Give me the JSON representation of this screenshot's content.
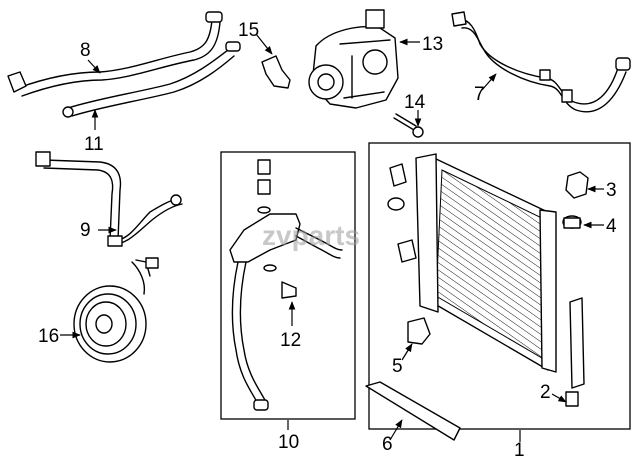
{
  "watermark": "zvparts",
  "callouts": {
    "c1": "1",
    "c2": "2",
    "c3": "3",
    "c4": "4",
    "c5": "5",
    "c6": "6",
    "c7": "7",
    "c8": "8",
    "c9": "9",
    "c10": "10",
    "c11": "11",
    "c12": "12",
    "c13": "13",
    "c14": "14",
    "c15": "15",
    "c16": "16"
  }
}
